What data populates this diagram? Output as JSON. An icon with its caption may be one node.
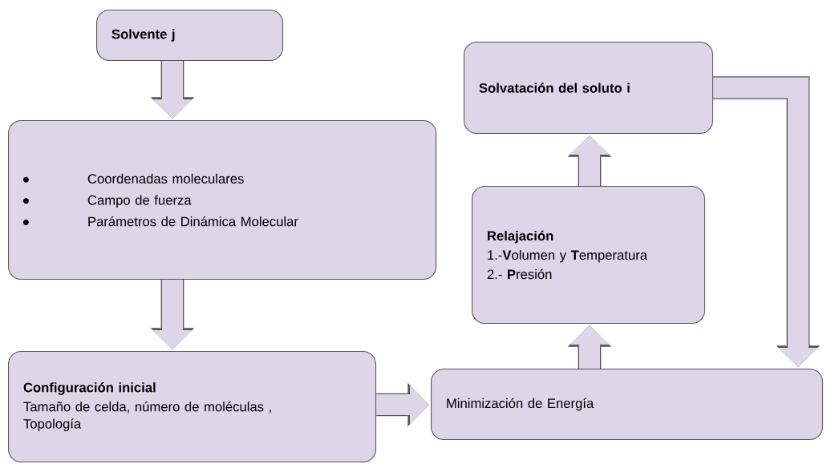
{
  "diagram": {
    "nodes": [
      {
        "text": [
          "Solvente j"
        ]
      },
      {
        "text": [
          "Coordenadas moleculares",
          "Campo de fuerza",
          "Parámetros de Dinámica Molecular"
        ]
      },
      {
        "text": [
          "Configuración inicial",
          "Tamaño de celda, número de moléculas , Topología"
        ]
      },
      {
        "text": [
          "Minimización de Energía"
        ]
      },
      {
        "text": [
          "Relajación",
          "1.-**V**olumen y **T**emperatura",
          "2.- **P**resión"
        ]
      },
      {
        "text": [
          "Solvatación del soluto i"
        ]
      }
    ],
    "edges": [
      {
        "from": 0,
        "to": 1,
        "arrow": "to"
      },
      {
        "from": 1,
        "to": 2,
        "arrow": "to"
      },
      {
        "from": 2,
        "to": 3,
        "arrow": "to"
      },
      {
        "from": 3,
        "to": 4,
        "arrow": "to"
      },
      {
        "from": 4,
        "to": 5,
        "arrow": "to"
      },
      {
        "from": 5,
        "to": 3,
        "arrow": "to"
      }
    ]
  }
}
